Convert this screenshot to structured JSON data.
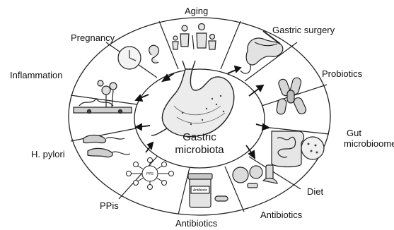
{
  "center": {
    "line1": "Gastric",
    "line2": "microbiota"
  },
  "factors": {
    "aging": "Aging",
    "gastric_surgery": "Gastric surgery",
    "probiotics": "Probiotics",
    "gut_line1": "Gut",
    "gut_line2": "microbioome",
    "diet": "Diet",
    "antibiotics_right": "Antibiotics",
    "antibiotics_bottom": "Antibiotics",
    "ppis": "PPis",
    "h_pylori": "H. pylori",
    "inflammation": "Inflammation",
    "pregnancy": "Pregnancy"
  },
  "icon_text": {
    "ppi_core": "PPS",
    "pill_bottle": "Antibiotic"
  }
}
